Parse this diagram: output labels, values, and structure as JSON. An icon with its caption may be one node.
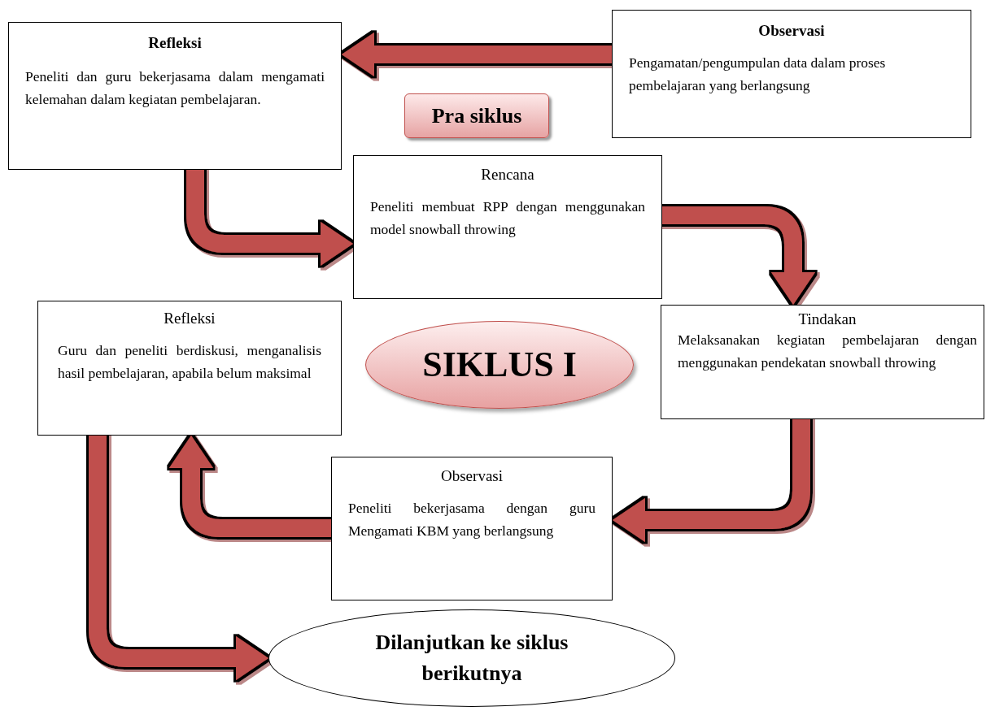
{
  "diagram": {
    "nodes": [
      {
        "text": [
          "Refleksi",
          "Peneliti dan guru bekerjasama dalam mengamati kelemahan dalam kegiatan pembelajaran."
        ]
      },
      {
        "text": [
          "Pra siklus"
        ]
      },
      {
        "text": [
          "Observasi",
          "Pengamatan/pengumpulan data dalam proses pembelajaran yang berlangsung"
        ]
      },
      {
        "text": [
          "Rencana",
          "Peneliti membuat RPP dengan menggunakan model snowball throwing"
        ]
      },
      {
        "text": [
          "Refleksi",
          "Guru dan peneliti berdiskusi, menganalisis hasil pembelajaran, apabila belum maksimal"
        ]
      },
      {
        "text": [
          "SIKLUS I"
        ]
      },
      {
        "text": [
          "Tindakan",
          "Melaksanakan kegiatan pembelajaran dengan menggunakan pendekatan snowball throwing"
        ]
      },
      {
        "text": [
          "Observasi",
          "Peneliti bekerjasama dengan guru Mengamati KBM yang berlangsung"
        ]
      },
      {
        "text": [
          "Dilanjutkan ke siklus berikutnya"
        ]
      }
    ],
    "edges": [
      {
        "from": 2,
        "to": 0,
        "arrow": "to"
      },
      {
        "from": 0,
        "to": 3,
        "arrow": "to"
      },
      {
        "from": 3,
        "to": 6,
        "arrow": "to"
      },
      {
        "from": 6,
        "to": 7,
        "arrow": "to"
      },
      {
        "from": 7,
        "to": 4,
        "arrow": "to"
      },
      {
        "from": 4,
        "to": 8,
        "arrow": "to"
      }
    ]
  }
}
